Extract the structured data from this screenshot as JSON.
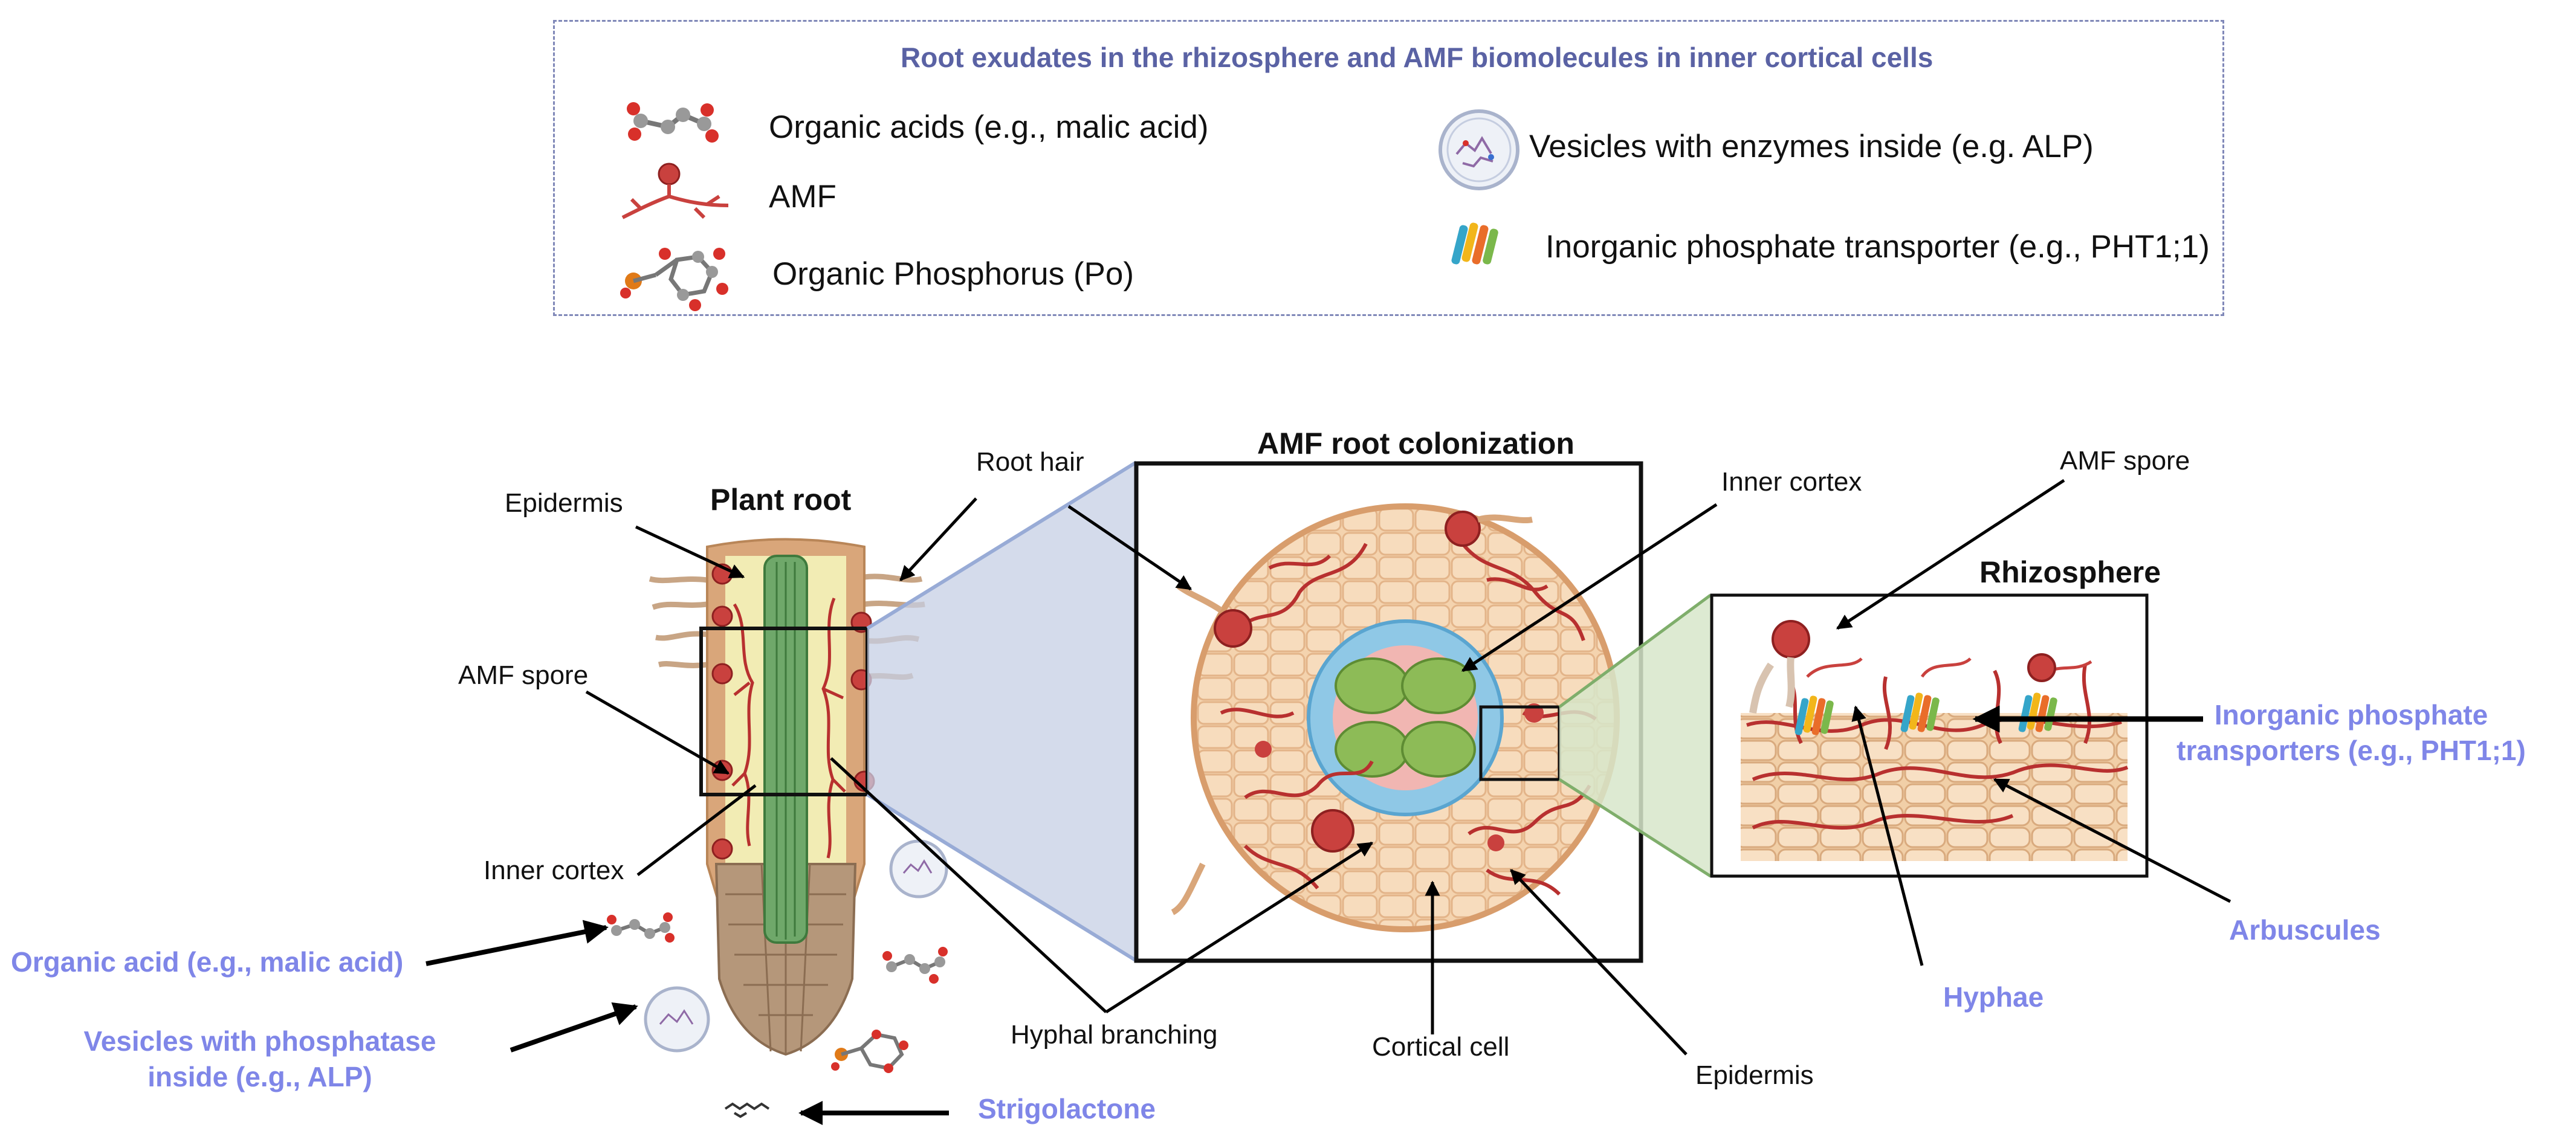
{
  "legend": {
    "title": "Root exudates in the rhizosphere and AMF biomolecules in inner cortical cells",
    "items": {
      "organic_acids": "Organic acids (e.g., malic acid)",
      "amf": "AMF",
      "organic_p": "Organic Phosphorus (Po)",
      "vesicles": "Vesicles with enzymes inside (e.g. ALP)",
      "transporter": "Inorganic phosphate transporter (e.g., PHT1;1)"
    }
  },
  "plant_root": {
    "title": "Plant root",
    "labels": {
      "epidermis": "Epidermis",
      "root_hair": "Root hair",
      "amf_spore": "AMF spore",
      "inner_cortex": "Inner cortex"
    }
  },
  "exudates": {
    "organic_acid": "Organic acid (e.g., malic acid)",
    "vesicles_line1": "Vesicles with phosphatase",
    "vesicles_line2": "inside (e.g., ALP)",
    "strigolactone": "Strigolactone"
  },
  "colonization": {
    "title": "AMF root colonization",
    "labels": {
      "inner_cortex": "Inner cortex",
      "hyphal_branching": "Hyphal branching",
      "cortical_cell": "Cortical cell",
      "epidermis": "Epidermis"
    }
  },
  "rhizosphere": {
    "title": "Rhizosphere",
    "labels": {
      "amf_spore": "AMF spore",
      "transporters_line1": "Inorganic phosphate",
      "transporters_line2": "transporters (e.g., PHT1;1)",
      "arbuscules": "Arbuscules",
      "hyphae": "Hyphae"
    }
  },
  "colors": {
    "blue_label": "#7f86e8",
    "legend_title": "#5a62a4",
    "fungus": "#b8302f",
    "root_tan": "#d9a67a",
    "stele_green": "#6fa86a"
  }
}
